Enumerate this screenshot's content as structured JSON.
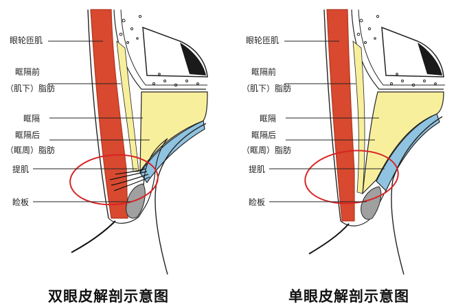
{
  "diagrams": [
    {
      "labels": [
        "眼轮匝肌",
        "眶隔前",
        "（肌下）脂肪",
        "眶隔",
        "眶隔后",
        "（眶周）脂肪",
        "提肌",
        "睑板"
      ],
      "caption": "双眼皮解剖示意图"
    },
    {
      "labels": [
        "眼轮匝肌",
        "眶隔前",
        "（肌下）脂肪",
        "眶隔",
        "眶隔后",
        "（眶周）脂肪",
        "提肌",
        "睑板"
      ],
      "caption": "单眼皮解剖示意图"
    }
  ],
  "colors": {
    "muscle": "#d8492f",
    "muscle_edge": "#b1361f",
    "fat": "#f8ef9c",
    "levator": "#8fc3e0",
    "tarsus": "#a0a0a0",
    "highlight_circle": "#d92323",
    "outline": "#222222"
  }
}
